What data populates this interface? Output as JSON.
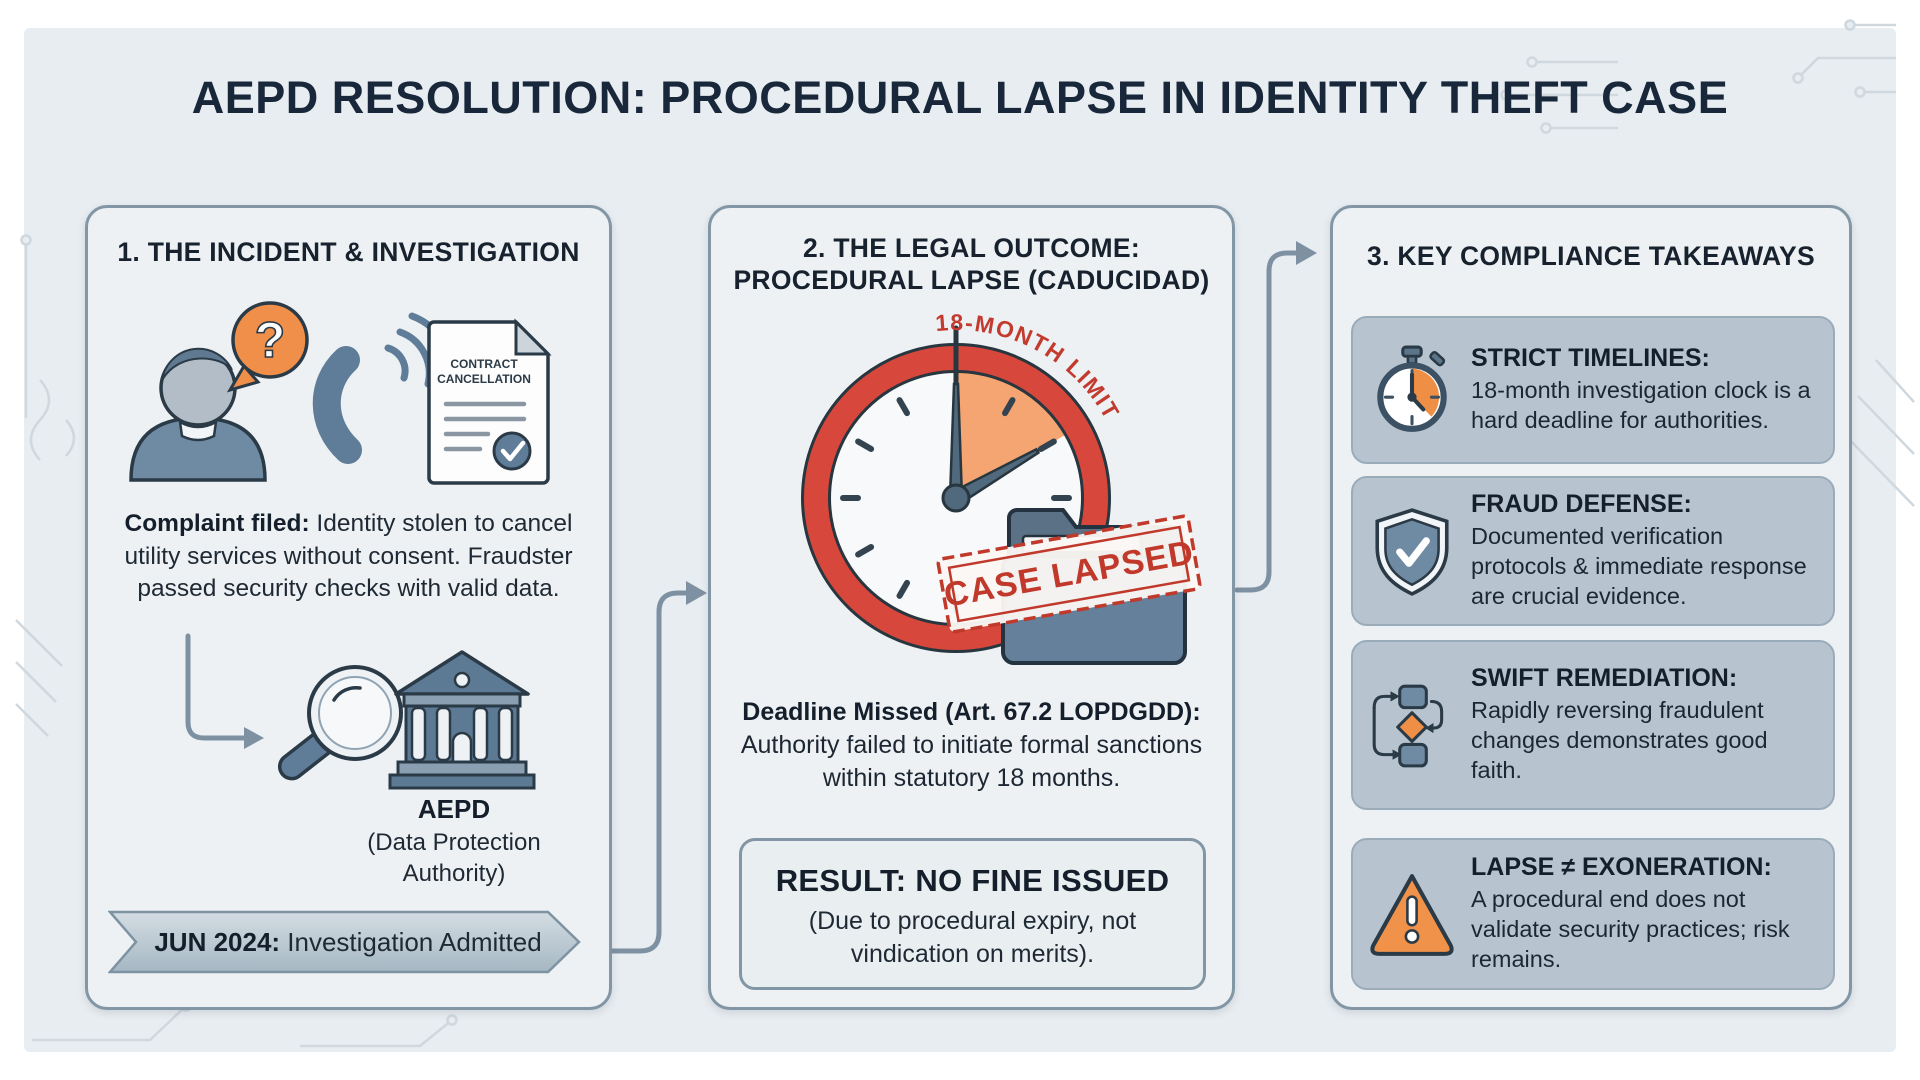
{
  "title": "AEPD RESOLUTION: PROCEDURAL LAPSE IN IDENTITY THEFT CASE",
  "colors": {
    "background": "#e8edf1",
    "panel_border": "#8296a5",
    "navy_text": "#18273a",
    "slate_icon": "#6f8ba3",
    "orange_accent": "#ef8f45",
    "red_accent": "#d8473c",
    "stamp_red": "#c0392b",
    "card_bg": "#b7c4d0"
  },
  "panel1": {
    "heading": "1. THE INCIDENT & INVESTIGATION",
    "document_icon": {
      "line1": "CONTRACT",
      "line2": "CANCELLATION"
    },
    "complaint_lead": "Complaint filed:",
    "complaint_body": " Identity stolen to cancel utility services without consent. Fraudster passed security checks with valid data.",
    "authority_name": "AEPD",
    "authority_sub": "(Data Protection Authority)",
    "banner_lead": "JUN 2024:",
    "banner_body": " Investigation Admitted"
  },
  "panel2": {
    "heading_line1": "2. THE LEGAL OUTCOME:",
    "heading_line2": "PROCEDURAL LAPSE (CADUCIDAD)",
    "clock_arc_label": "18-MONTH LIMIT",
    "stamp_label": "CASE LAPSED",
    "deadline_lead": "Deadline Missed (Art. 67.2 LOPDGDD):",
    "deadline_body": "Authority failed to initiate formal sanctions within statutory 18 months.",
    "result_title": "RESULT: NO FINE ISSUED",
    "result_sub": "(Due to procedural expiry, not vindication on merits)."
  },
  "panel3": {
    "heading": "3. KEY COMPLIANCE TAKEAWAYS",
    "cards": [
      {
        "title": "STRICT TIMELINES:",
        "text": "18-month investigation clock is a hard deadline for authorities."
      },
      {
        "title": "FRAUD DEFENSE:",
        "text": "Documented verification protocols & immediate response are crucial evidence."
      },
      {
        "title": "SWIFT REMEDIATION:",
        "text": "Rapidly reversing fraudulent changes demonstrates good faith."
      },
      {
        "title": "LAPSE ≠ EXONERATION:",
        "text": "A procedural end does not validate security practices; risk remains."
      }
    ]
  }
}
